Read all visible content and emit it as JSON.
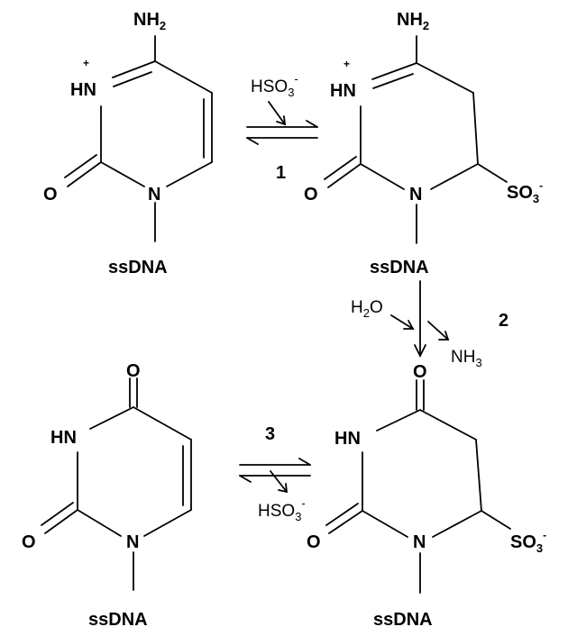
{
  "molecules": {
    "cytosine_cation": {
      "amino": {
        "main": "NH",
        "sub": "2"
      },
      "ring_nh": {
        "charge": "+",
        "main": "HN"
      },
      "carbonyl_o": "O",
      "n1": "N",
      "backbone": "ssDNA"
    },
    "sulfonate_adduct": {
      "amino": {
        "main": "NH",
        "sub": "2"
      },
      "ring_nh": {
        "charge": "+",
        "main": "HN"
      },
      "carbonyl_o": "O",
      "n1": "N",
      "sulfonate": {
        "main": "SO",
        "sub": "3",
        "sup": "-"
      },
      "backbone": "ssDNA"
    },
    "uracil_sulfonate": {
      "carbonyl_top": "O",
      "ring_nh": "HN",
      "carbonyl_o": "O",
      "n1": "N",
      "sulfonate": {
        "main": "SO",
        "sub": "3",
        "sup": "-"
      },
      "backbone": "ssDNA"
    },
    "uracil": {
      "carbonyl_top": "O",
      "ring_nh": "HN",
      "carbonyl_o": "O",
      "n1": "N",
      "backbone": "ssDNA"
    }
  },
  "reactions": {
    "step1": {
      "number": "1",
      "reagent": {
        "main": "HSO",
        "sub": "3",
        "sup": "-"
      }
    },
    "step2": {
      "number": "2",
      "reagent_in": {
        "main": "H",
        "sub": "2",
        "after": "O"
      },
      "product_out": {
        "main": "NH",
        "sub": "3"
      }
    },
    "step3": {
      "number": "3",
      "product_out": {
        "main": "HSO",
        "sub": "3",
        "sup": "-"
      }
    }
  }
}
